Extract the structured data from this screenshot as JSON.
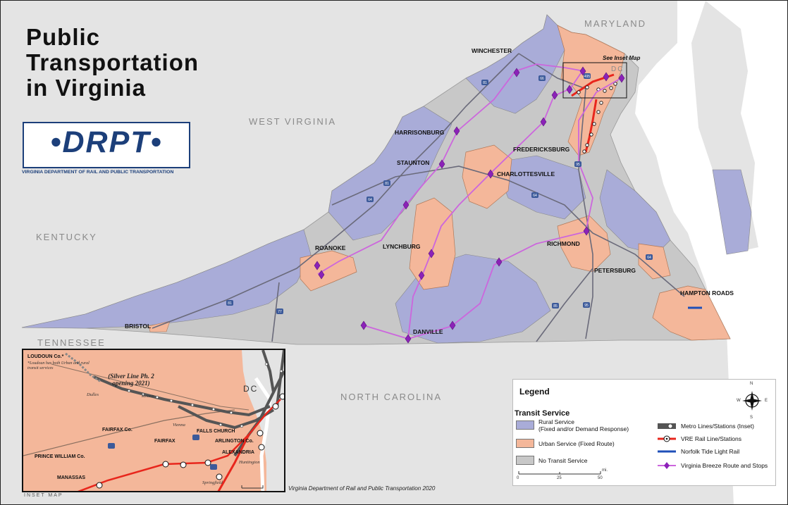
{
  "title": {
    "line1": "Public",
    "line2": "Transportation",
    "line3": "in Virginia"
  },
  "logo": {
    "wordmark": "•DRPT•",
    "subtitle": "VIRGINIA DEPARTMENT OF RAIL AND PUBLIC TRANSPORTATION",
    "color": "#1c3f7a"
  },
  "states": {
    "maryland": "MARYLAND",
    "west_virginia": "WEST VIRGINIA",
    "kentucky": "KENTUCKY",
    "tennessee": "TENNESSEE",
    "north_carolina": "NORTH CAROLINA",
    "dc": "DC"
  },
  "cities": {
    "winchester": "WINCHESTER",
    "harrisonburg": "HARRISONBURG",
    "staunton": "STAUNTON",
    "fredericksburg": "FREDERICKSBURG",
    "charlottesville": "CHARLOTTESVILLE",
    "roanoke": "ROANOKE",
    "lynchburg": "LYNCHBURG",
    "richmond": "RICHMOND",
    "petersburg": "PETERSBURG",
    "hampton_roads": "HAMPTON ROADS",
    "bristol": "BRISTOL",
    "danville": "DANVILLE"
  },
  "see_inset": "See Inset Map",
  "inset": {
    "caption": "INSET MAP",
    "loudoun": "LOUDOUN Co.*",
    "note": "*Loudoun has both Urban and rural transit services",
    "silver_line": "(Silver Line Ph. 2 opening 2021)",
    "dulles": "Dulles",
    "reston": "Reston",
    "vienna": "Vienna",
    "huntington": "Huntington",
    "springfield": "Springfield",
    "fairfax_co": "FAIRFAX Co.",
    "fairfax": "FAIRFAX",
    "falls_church": "FALLS CHURCH",
    "arlington": "ARLINGTON Co.",
    "alexandria": "ALEXANDRIA",
    "prince_william": "PRINCE WILLIAM Co.",
    "manassas": "MANASSAS",
    "dc": "DC"
  },
  "credit": "Virginia Department of Rail and Public Transportation 2020",
  "legend": {
    "title": "Legend",
    "subtitle": "Transit Service",
    "rural_1": "Rural Service",
    "rural_2": "(Fixed and/or Demand Response)",
    "urban": "Urban Service (Fixed Route)",
    "none": "No Transit Service",
    "metro": "Metro Lines/Stations (Inset)",
    "vre": "VRE Rail Line/Stations",
    "tide": "Norfolk Tide Light Rail",
    "breeze": "Virginia Breeze Route and Stops",
    "scale_unit": "mi.",
    "scale_0": "0",
    "scale_25": "25",
    "scale_50": "50",
    "compass_n": "N",
    "compass_s": "S",
    "compass_e": "E",
    "compass_w": "W"
  },
  "highways": [
    "81",
    "66",
    "81",
    "64",
    "64",
    "95",
    "81",
    "77",
    "85",
    "95",
    "64",
    "495"
  ],
  "colors": {
    "rural": "#a9acd8",
    "urban": "#f4b79a",
    "none": "#c8c8c8",
    "outside": "#e4e4e4",
    "water": "#ffffff",
    "breeze": "#cc66dd",
    "stop": "#8b22b8",
    "vre": "#e8261c",
    "metro": "#555555",
    "tide": "#1f4fb8"
  }
}
